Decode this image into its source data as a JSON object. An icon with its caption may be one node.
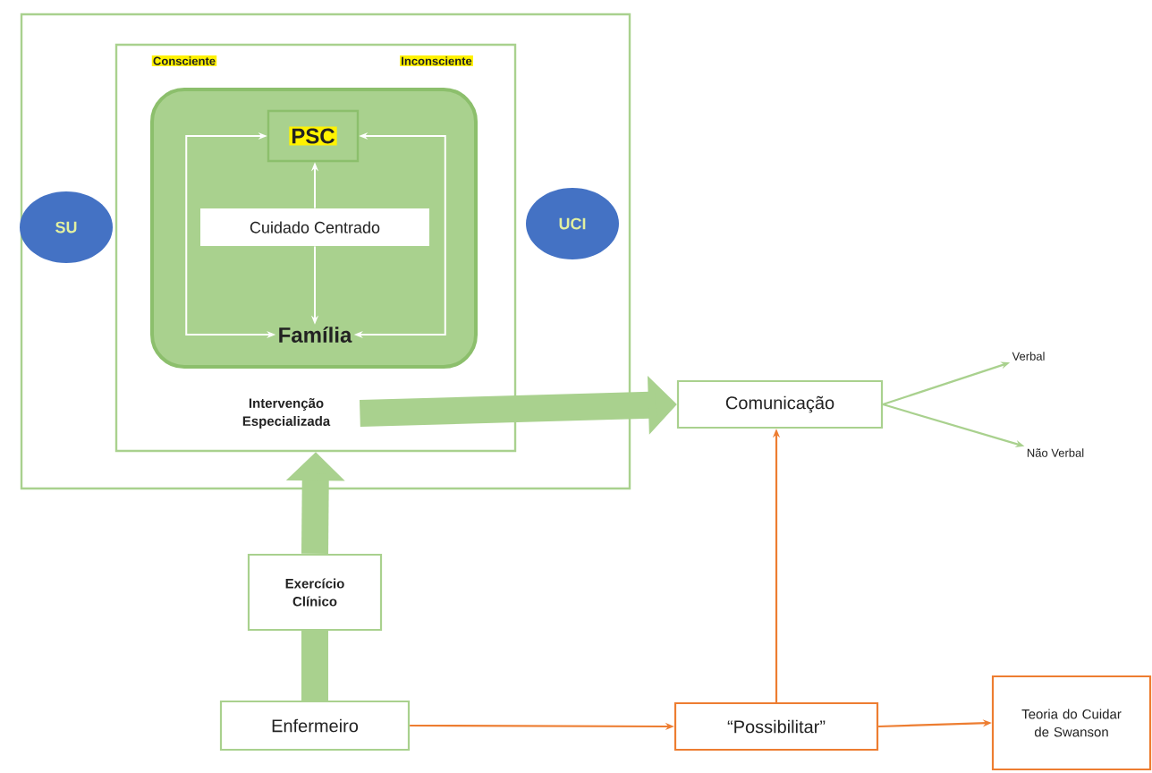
{
  "diagram": {
    "nodes": [
      {
        "text": [],
        "shape": "box"
      },
      {
        "text": [
          "Consciente",
          "Inconsciente",
          "Intervenção Especializada"
        ],
        "in": 0
      },
      {
        "text": [
          "SU"
        ],
        "in": 0
      },
      {
        "text": [
          "UCI"
        ],
        "in": 0
      },
      {
        "text": [],
        "shape": "box",
        "in": 1
      },
      {
        "text": [
          "PSC"
        ],
        "in": 4
      },
      {
        "text": [
          "Cuidado Centrado"
        ],
        "in": 4
      },
      {
        "text": [
          "Família"
        ],
        "in": 4
      },
      {
        "text": [
          "Comunicação"
        ]
      },
      {
        "text": [
          "Verbal"
        ]
      },
      {
        "text": [
          "Não Verbal"
        ]
      },
      {
        "text": [
          "Exercício Clínico"
        ]
      },
      {
        "text": [
          "Enfermeiro"
        ]
      },
      {
        "text": [
          "“Possibilitar”"
        ]
      },
      {
        "text": [
          "Teoria do Cuidar de Swanson"
        ]
      }
    ],
    "edges": [
      {
        "from": 1,
        "to": 8,
        "arrow": "to",
        "style": "thick"
      },
      {
        "from": 12,
        "to": 11,
        "arrow": "none",
        "style": "thick"
      },
      {
        "from": 11,
        "to": 1,
        "arrow": "to",
        "style": "thick"
      },
      {
        "from": 8,
        "to": 9,
        "arrow": "to"
      },
      {
        "from": 8,
        "to": 10,
        "arrow": "to"
      },
      {
        "from": 12,
        "to": 13,
        "arrow": "to",
        "color": "#ed7d31"
      },
      {
        "from": 13,
        "to": 14,
        "arrow": "to",
        "color": "#ed7d31"
      },
      {
        "from": 13,
        "to": 8,
        "arrow": "to",
        "color": "#ed7d31"
      },
      {
        "from": 5,
        "to": 7,
        "arrow": "both",
        "color": "#ffffff"
      },
      {
        "from": 5,
        "to": 7,
        "arrow": "both",
        "color": "#ffffff"
      },
      {
        "from": 6,
        "to": 5,
        "arrow": "to",
        "color": "#ffffff"
      },
      {
        "from": 6,
        "to": 7,
        "arrow": "to",
        "color": "#ffffff"
      }
    ]
  }
}
